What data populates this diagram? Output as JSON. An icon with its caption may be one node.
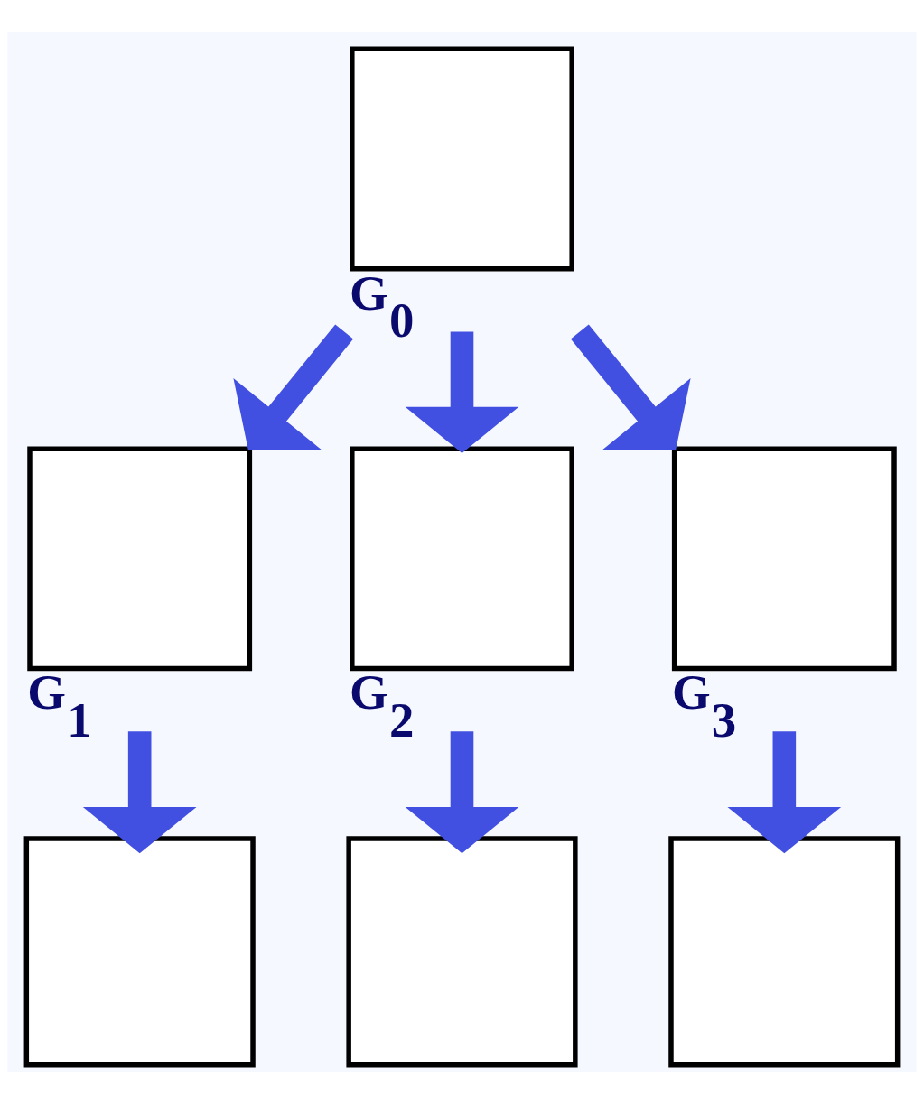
{
  "diagram": {
    "nodes": [
      {
        "text": [],
        "shape": "box",
        "beside": [
          "G$_{0}$"
        ]
      },
      {
        "text": [],
        "shape": "box",
        "beside": [
          "G$_{1}$"
        ]
      },
      {
        "text": [],
        "shape": "box",
        "beside": [
          "G$_{2}$"
        ]
      },
      {
        "text": [],
        "shape": "box",
        "beside": [
          "G$_{3}$"
        ]
      },
      {
        "text": [],
        "shape": "box"
      },
      {
        "text": [],
        "shape": "box"
      },
      {
        "text": [],
        "shape": "box"
      }
    ],
    "edges": [
      {
        "from": 0,
        "to": 1,
        "arrow": "to"
      },
      {
        "from": 0,
        "to": 2,
        "arrow": "to"
      },
      {
        "from": 0,
        "to": 3,
        "arrow": "to"
      },
      {
        "from": 1,
        "to": 4,
        "arrow": "to"
      },
      {
        "from": 2,
        "to": 5,
        "arrow": "to"
      },
      {
        "from": 3,
        "to": 6,
        "arrow": "to"
      }
    ]
  }
}
